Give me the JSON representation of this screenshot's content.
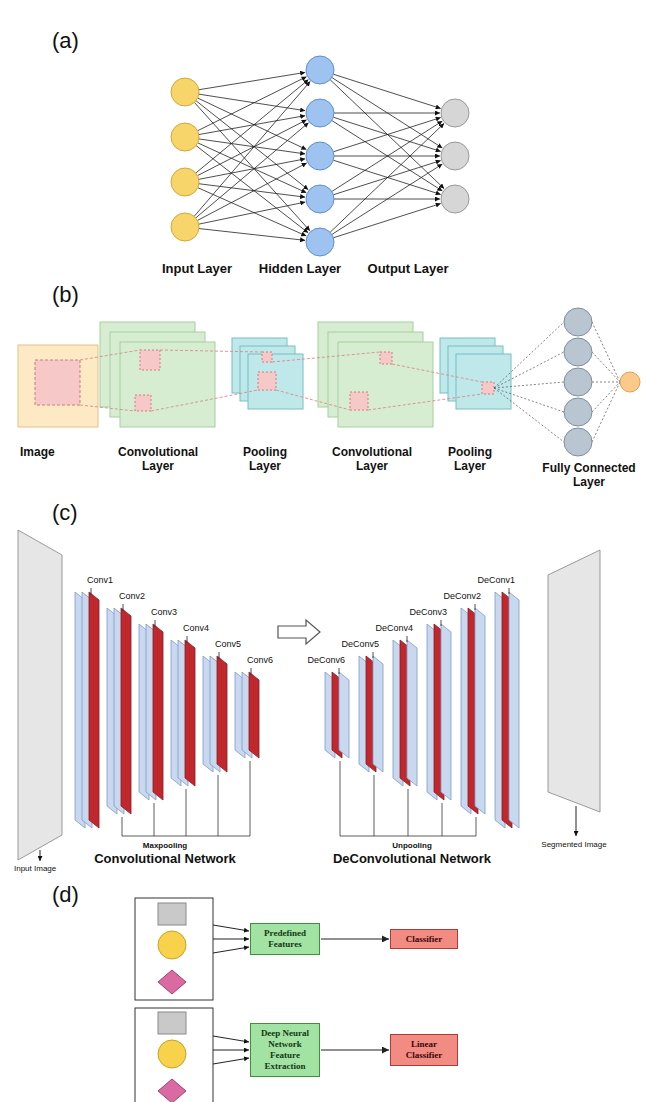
{
  "diagram": {
    "nodes": [
      {
        "text": [
          "Predefined Features"
        ]
      },
      {
        "text": [
          "Classifier"
        ]
      },
      {
        "text": [
          "Deep Neural Network Feature Extraction"
        ]
      },
      {
        "text": [
          "Linear Classifier"
        ]
      }
    ],
    "edges": [
      {
        "from": 0,
        "to": 1,
        "arrow": "to"
      },
      {
        "from": 2,
        "to": 3,
        "arrow": "to"
      }
    ],
    "labels": [
      "(a)",
      "Input Layer",
      "Hidden Layer",
      "Output Layer",
      "(b)",
      "Image",
      "Convolutional Layer",
      "Pooling Layer",
      "Convolutional Layer",
      "Pooling Layer",
      "Fully Connected Layer",
      "(c)",
      "Conv1",
      "Conv2",
      "Conv3",
      "Conv4",
      "Conv5",
      "Conv6",
      "DeConv6",
      "DeConv5",
      "DeConv4",
      "DeConv3",
      "DeConv2",
      "DeConv1",
      "Input Image",
      "Maxpooling",
      "Convolutional Network",
      "Unpooling",
      "DeConvolutional Network",
      "Segmented Image",
      "(d)"
    ]
  }
}
